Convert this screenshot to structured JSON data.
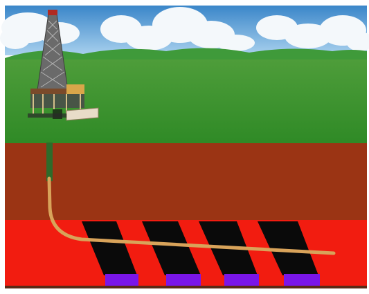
{
  "colors": {
    "frame": "#ffffff",
    "sky_top": "#3a86c9",
    "sky_bottom": "#a9d1ee",
    "cloud": "#f4f8fb",
    "hills": "#3f9a3a",
    "grass_top": "#4e9d3a",
    "grass_bottom": "#2f8a26",
    "overburden": "#9b3414",
    "reservoir": "#f21c10",
    "shale_block": "#0a0a0a",
    "water_zone": "#7a16e8",
    "bottom_strip": "#5a2a16",
    "wellbore": "#d8a35a",
    "casing": "#2e6b2a",
    "rig": "#6b6b6b"
  },
  "icons": [
    "drilling-rig-icon"
  ],
  "layers": [
    "sky",
    "grass",
    "overburden",
    "reservoir"
  ],
  "features": [
    "vertical-wellbore",
    "horizontal-lateral",
    "fracture-zones"
  ]
}
